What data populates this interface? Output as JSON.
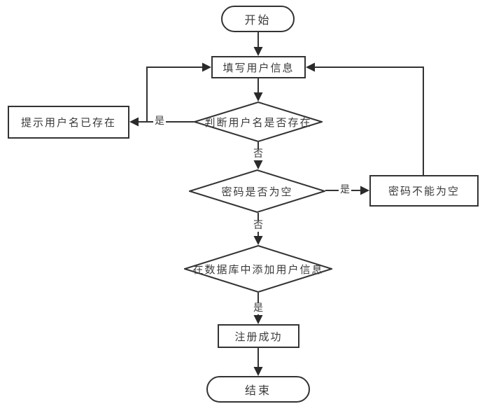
{
  "flowchart": {
    "nodes": {
      "start": {
        "label": "开始",
        "type": "terminator"
      },
      "fill_user_info": {
        "label": "填写用户信息",
        "type": "process"
      },
      "check_username_exists": {
        "label": "判断用户名是否存在",
        "type": "decision"
      },
      "prompt_username_exists": {
        "label": "提示用户名已存在",
        "type": "process"
      },
      "check_password_empty": {
        "label": "密码是否为空",
        "type": "decision"
      },
      "password_not_empty_warning": {
        "label": "密码不能为空",
        "type": "process"
      },
      "add_user_to_database": {
        "label": "在数据库中添加用户信息",
        "type": "decision"
      },
      "register_success": {
        "label": "注册成功",
        "type": "process"
      },
      "end": {
        "label": "结束",
        "type": "terminator"
      }
    },
    "edge_labels": {
      "username_exists_yes": "是",
      "username_exists_no": "否",
      "password_empty_yes": "是",
      "password_empty_no": "否",
      "add_user_yes": "是"
    },
    "colors": {
      "line": "#333333",
      "arrowhead": "#2a2a2a",
      "text": "#3a3a3a",
      "node_fill": "#ffffff",
      "background": "#ffffff"
    }
  }
}
